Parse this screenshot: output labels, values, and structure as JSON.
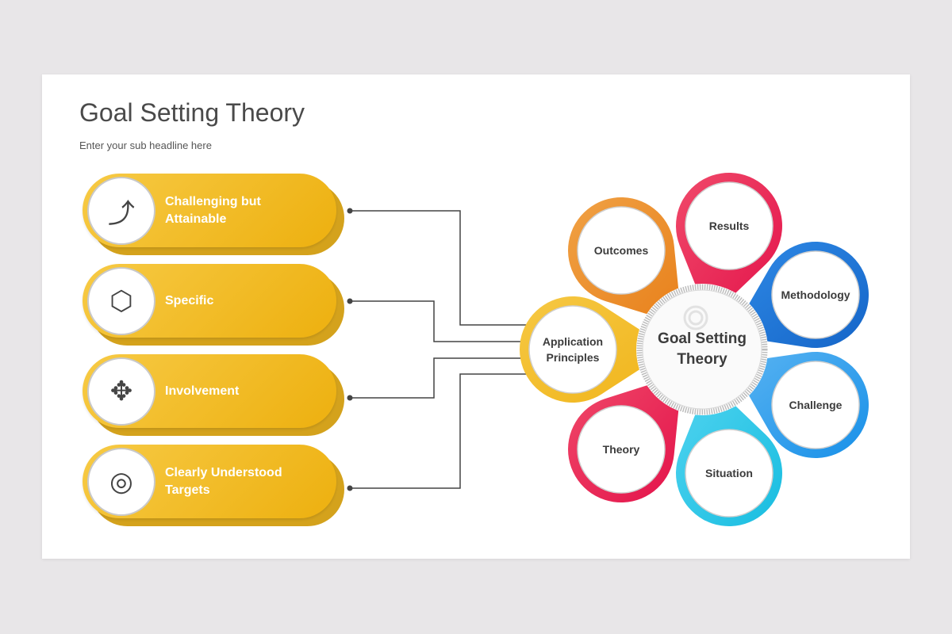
{
  "slide": {
    "title": "Goal Setting Theory",
    "subtitle": "Enter your sub headline here"
  },
  "pills": [
    {
      "label": "Challenging but Attainable",
      "icon": "path-goal-icon",
      "glyph": "⤴"
    },
    {
      "label": "Specific",
      "icon": "box-network-icon",
      "glyph": "⬡"
    },
    {
      "label": "Involvement",
      "icon": "handshake-circle-icon",
      "glyph": "✥"
    },
    {
      "label": "Clearly Understood Targets",
      "icon": "target-arrow-icon",
      "glyph": "◎"
    }
  ],
  "hub": {
    "label": "Goal Setting Theory",
    "icon": "target-person-icon"
  },
  "petals": [
    {
      "label": "Application Principles",
      "color": "#f0b419",
      "color2": "#f6c844"
    },
    {
      "label": "Outcomes",
      "color": "#e8801a",
      "color2": "#f0a145"
    },
    {
      "label": "Results",
      "color": "#e3124a",
      "color2": "#f04a6a"
    },
    {
      "label": "Methodology",
      "color": "#1565c8",
      "color2": "#2f8ae6"
    },
    {
      "label": "Challenge",
      "color": "#1890e8",
      "color2": "#5ab4f2"
    },
    {
      "label": "Situation",
      "color": "#18bde0",
      "color2": "#52d4f0"
    },
    {
      "label": "Theory",
      "color": "#e3124a",
      "color2": "#f04a6a"
    }
  ],
  "connector_color": "#444444"
}
